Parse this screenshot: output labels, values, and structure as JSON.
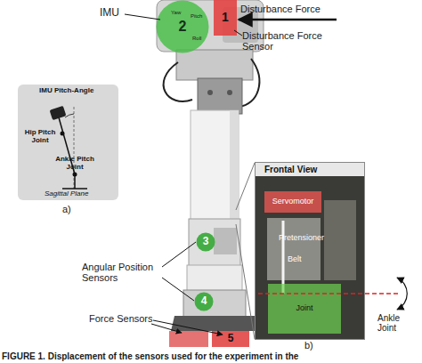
{
  "diagram": {
    "caption": "FIGURE 1. Displacement of the sensors used for the experiment in the",
    "nodes": [
      {
        "text": [
          "2"
        ]
      },
      {
        "text": [
          "1"
        ]
      },
      {
        "text": [
          "IMU Pitch-Angle",
          "Hip Pitch Joint",
          "Ankle Pitch Joint",
          "Sagittal Plane"
        ]
      },
      {
        "text": [
          "Frontal View",
          "Pretensioner",
          "Belt"
        ]
      },
      {
        "text": [
          "Servomotor"
        ],
        "in": 3
      },
      {
        "text": [
          "Joint"
        ],
        "in": 3
      },
      {
        "text": [
          "3"
        ]
      },
      {
        "text": [
          "4"
        ]
      },
      {
        "text": [
          "5"
        ]
      }
    ],
    "labels": [
      "IMU",
      "Disturbance Force",
      "Yaw",
      "Pitch",
      "Roll",
      "Disturbance Force Sensor",
      "a)",
      "Angular Position Sensors",
      "Ankle Joint",
      "Force Sensors",
      "b)"
    ]
  }
}
